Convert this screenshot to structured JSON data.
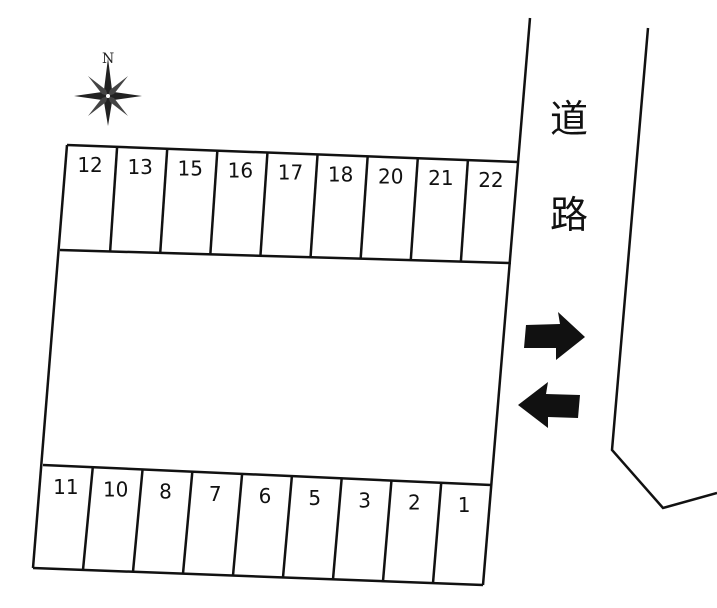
{
  "compass": {
    "label": "N",
    "icon": "compass-rose-icon"
  },
  "road": {
    "chars": [
      "道",
      "路"
    ]
  },
  "top_row": [
    "12",
    "13",
    "15",
    "16",
    "17",
    "18",
    "20",
    "21",
    "22"
  ],
  "bottom_row": [
    "11",
    "10",
    "8",
    "7",
    "6",
    "5",
    "3",
    "2",
    "1"
  ],
  "arrows": [
    "arrow-right-icon",
    "arrow-left-icon"
  ],
  "colors": {
    "line": "#111111",
    "background": "#ffffff"
  }
}
